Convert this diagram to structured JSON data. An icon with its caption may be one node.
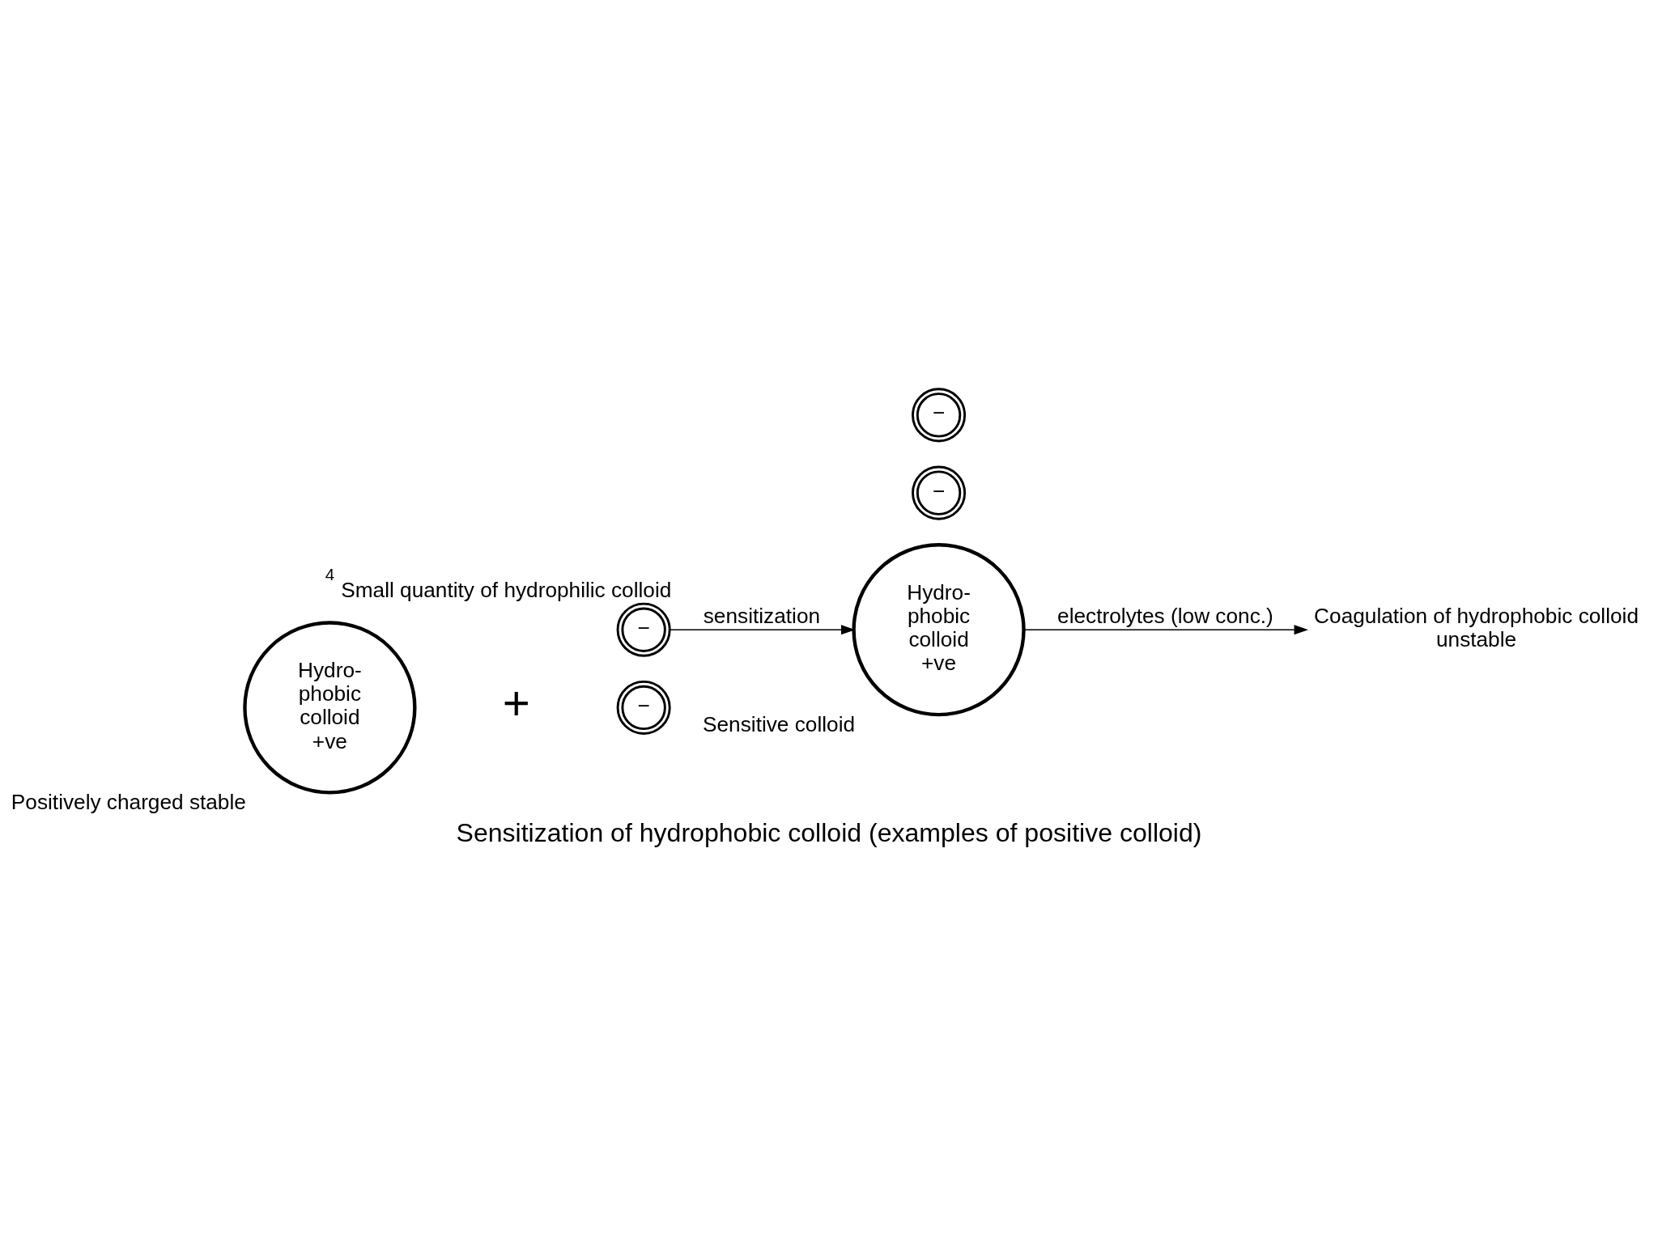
{
  "diagram": {
    "caption": "Sensitization of hydrophobic colloid (examples of positive colloid)",
    "nodes": [
      {
        "text": [
          "Hydro- phobic colloid +ve"
        ],
        "beside": [
          "Positively charged stable"
        ]
      },
      {
        "text": [
          "−"
        ]
      },
      {
        "text": [
          "−"
        ],
        "beside": [
          "Small quantity of hydrophilic colloid"
        ]
      },
      {
        "text": [
          "Hydro- phobic colloid +ve"
        ],
        "beside": [
          "Sensitive colloid"
        ]
      },
      {
        "text": [
          "−"
        ]
      },
      {
        "text": [
          "−"
        ]
      },
      {
        "text": [
          "Coagulation of hydrophobic colloid unstable"
        ]
      }
    ],
    "edges": [
      {
        "from": 2,
        "to": 3,
        "arrow": "to",
        "label": "sensitization"
      },
      {
        "from": 3,
        "to": 6,
        "arrow": "to",
        "label": "electrolytes (low conc.)"
      }
    ],
    "labels": [
      "+",
      "4"
    ]
  }
}
